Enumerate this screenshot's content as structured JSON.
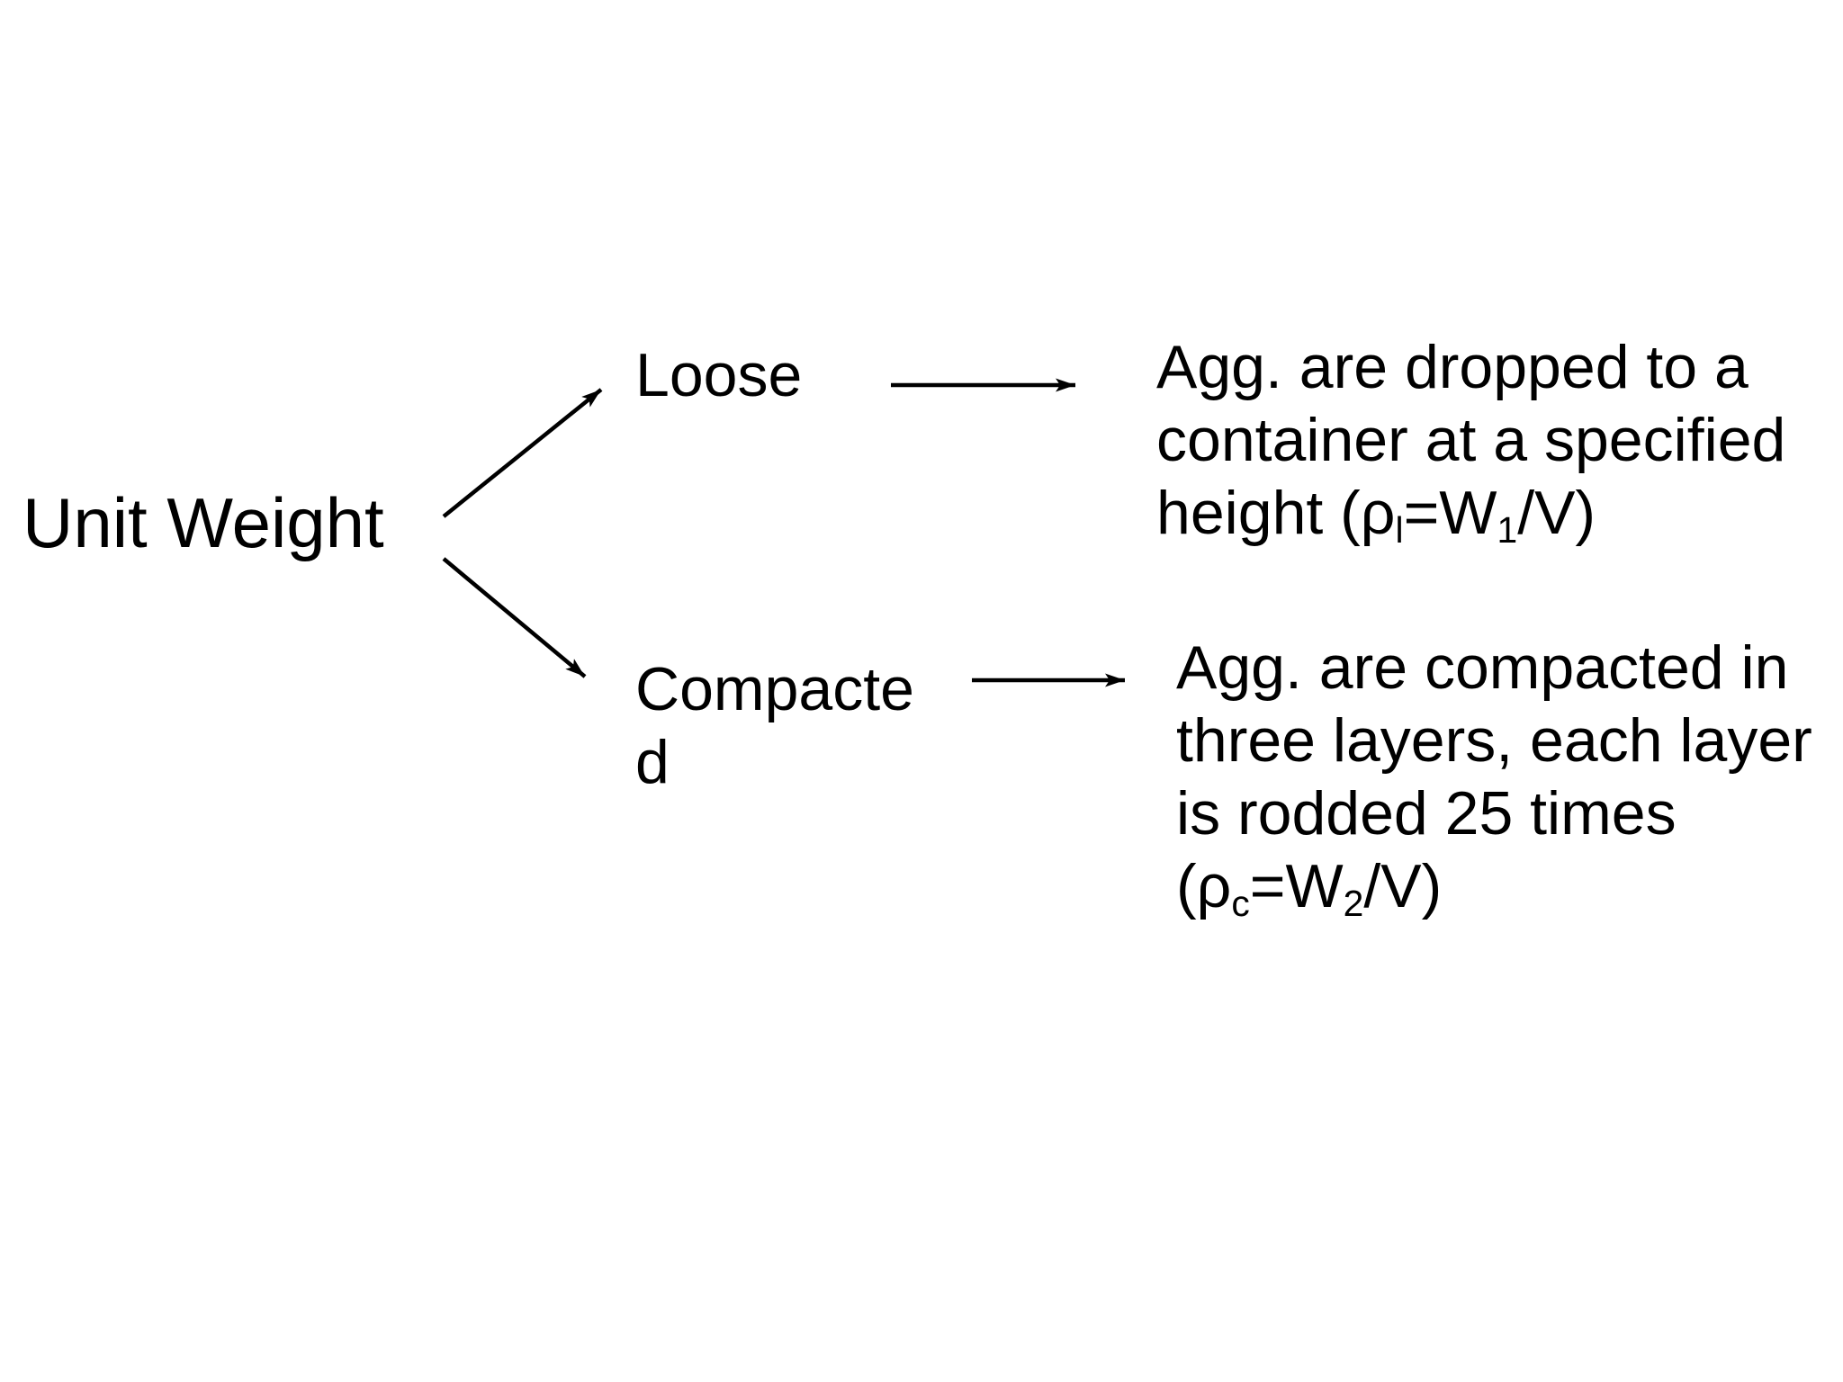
{
  "page": {
    "background_color": "#ffffff",
    "ink_color": "#000000"
  },
  "diagram": {
    "root_label": "Unit Weight",
    "branch1": {
      "label": "Loose",
      "desc_line1": "Agg. are dropped to a",
      "desc_line2": "container at a specified",
      "formula": {
        "pre": "height (ρ",
        "sub1": "l",
        "mid": "=W",
        "sub2": "1",
        "post": "/V)"
      }
    },
    "branch2": {
      "label": "Compacted",
      "desc_line1": "Agg. are compacted in",
      "desc_line2": "three layers, each layer",
      "desc_line3": "is rodded 25 times",
      "formula": {
        "pre": "(ρ",
        "sub1": "c",
        "mid": "=W",
        "sub2": "2",
        "post": "/V)"
      }
    }
  }
}
